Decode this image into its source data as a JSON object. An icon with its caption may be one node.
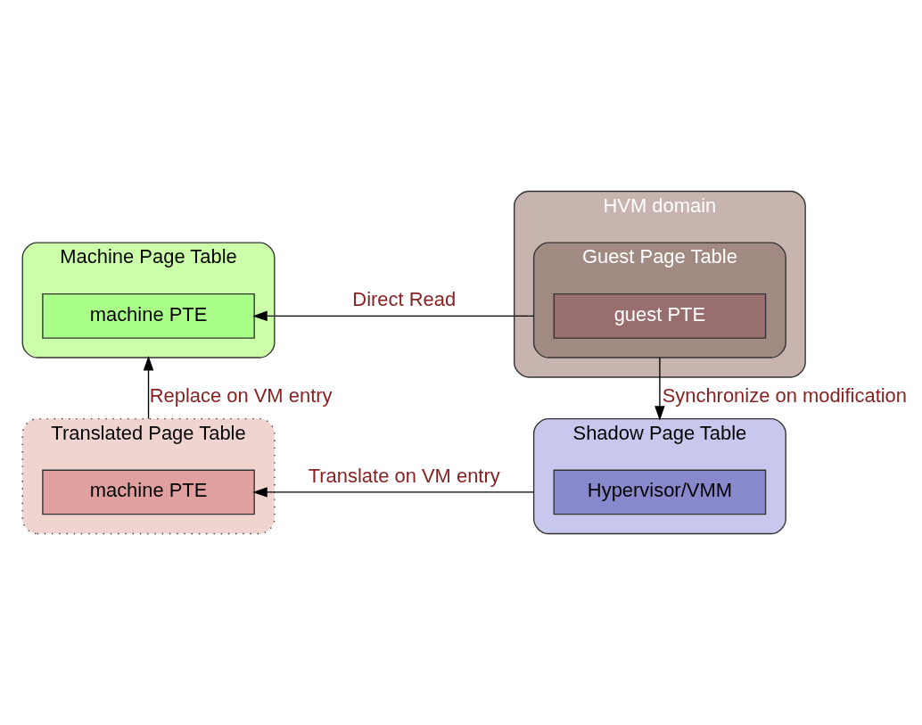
{
  "diagram": {
    "nodes": [
      {
        "text": [
          "Machine Page Table"
        ]
      },
      {
        "text": [
          "machine PTE"
        ],
        "in": 0
      },
      {
        "text": [
          "HVM domain"
        ]
      },
      {
        "text": [
          "Guest Page Table"
        ],
        "in": 2
      },
      {
        "text": [
          "guest PTE"
        ],
        "in": 3
      },
      {
        "text": [
          "Shadow Page Table"
        ]
      },
      {
        "text": [
          "Hypervisor/VMM"
        ],
        "in": 5
      },
      {
        "text": [
          "Translated Page Table"
        ]
      },
      {
        "text": [
          "machine PTE"
        ],
        "in": 7
      }
    ],
    "edges": [
      {
        "from": 3,
        "to": 1,
        "arrow": "to",
        "label": "Direct Read"
      },
      {
        "from": 3,
        "to": 5,
        "arrow": "to",
        "label": "Synchronize on modification"
      },
      {
        "from": 5,
        "to": 8,
        "arrow": "to",
        "label": "Translate on VM entry"
      },
      {
        "from": 7,
        "to": 0,
        "arrow": "to",
        "label": "Replace on VM entry"
      }
    ]
  }
}
